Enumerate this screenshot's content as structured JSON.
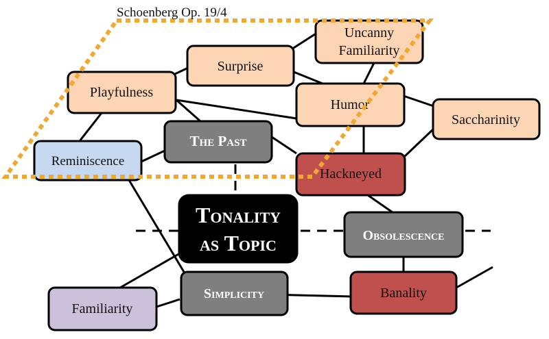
{
  "region_label": "Schoenberg Op. 19/4",
  "colors": {
    "peach": "#fcd5b5",
    "blue": "#c6d9f1",
    "gray": "#7f7f7f",
    "red": "#c0504d",
    "lavender": "#ccc1da",
    "black": "#000000",
    "dotted_outline": "#f0a830",
    "edge": "#000000"
  },
  "nodes": {
    "uncanny_familiarity": {
      "line1": "Uncanny",
      "line2": "Familiarity"
    },
    "surprise": "Surprise",
    "playfulness": "Playfulness",
    "humor": "Humor",
    "saccharinity": "Saccharinity",
    "the_past": "The Past",
    "reminiscence": "Reminiscence",
    "hackneyed": "Hackneyed",
    "tonality_as_topic": {
      "line1": "Tonality",
      "line2": "as Topic"
    },
    "obsolescence": "Obsolescence",
    "simplicity": "Simplicity",
    "banality": "Banality",
    "familiarity": "Familiarity"
  }
}
